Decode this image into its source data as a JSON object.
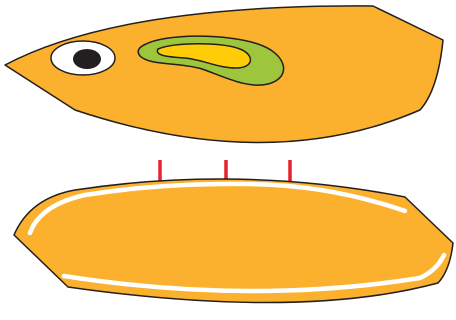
{
  "colors": {
    "background": "#ffffff",
    "body_fill": "#fbb12d",
    "outline": "#231f20",
    "eye_white": "#ffffff",
    "pupil": "#231f20",
    "organ_outer": "#9dc63d",
    "organ_inner": "#ffcc08",
    "arrow": "#e8212a",
    "rim_highlight": "#ffffff"
  },
  "top_shape": {
    "parts": [
      "body-outline",
      "eye",
      "pupil",
      "organ-outer",
      "organ-inner"
    ]
  },
  "arrows": {
    "count": 3,
    "direction": "down"
  },
  "bottom_shape": {
    "parts": [
      "body-outline",
      "top-rim-highlight",
      "bottom-rim-highlight"
    ]
  }
}
